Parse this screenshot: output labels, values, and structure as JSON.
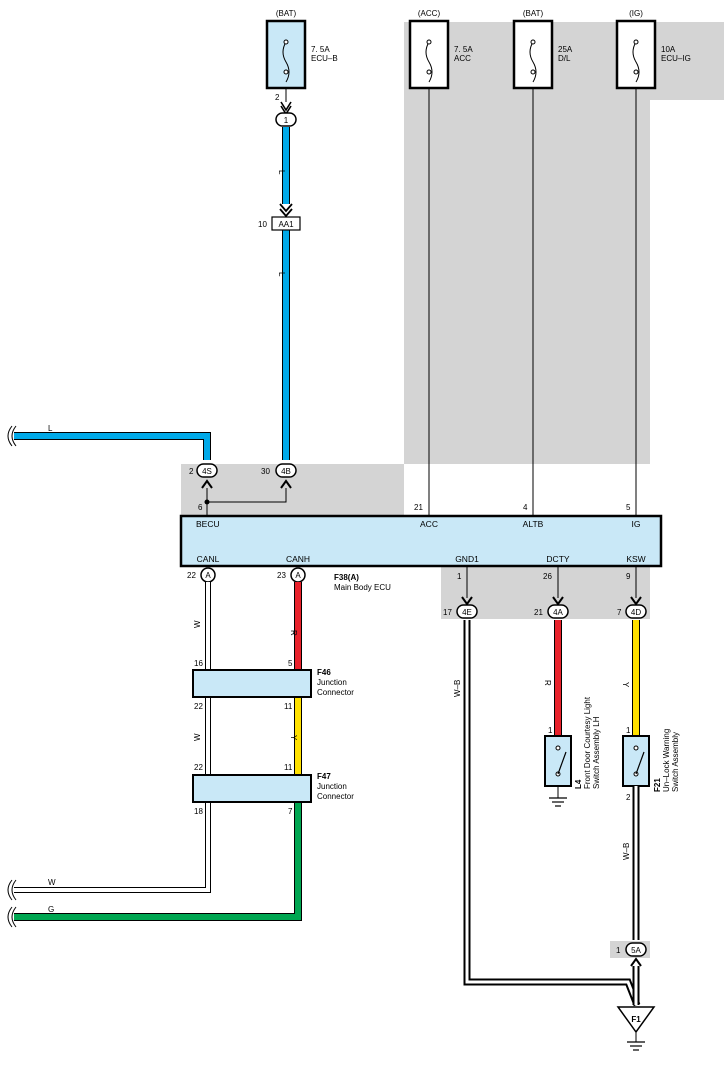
{
  "colors": {
    "blue": "#00a9e8",
    "red": "#e8212b",
    "yellow": "#ffe100",
    "green": "#00a651",
    "ecu_fill": "#c9e8f7",
    "shade": "#d4d4d4"
  },
  "fuses": {
    "ecu_b": {
      "source": "(BAT)",
      "amp": "7. 5A",
      "name": "ECU–B"
    },
    "acc": {
      "source": "(ACC)",
      "amp": "7. 5A",
      "name": "ACC"
    },
    "dl": {
      "source": "(BAT)",
      "amp": "25A",
      "name": "D/L"
    },
    "ecu_ig": {
      "source": "(IG)",
      "amp": "10A",
      "name": "ECU–IG"
    }
  },
  "connectors": {
    "c1": {
      "code": "1",
      "pin": "2"
    },
    "aa1": {
      "code": "AA1",
      "pin": "10"
    },
    "c4s": {
      "code": "4S",
      "pin": "2"
    },
    "c4b": {
      "code": "4B",
      "pin": "30"
    },
    "c4e": {
      "code": "4E",
      "pin": "17"
    },
    "c4a": {
      "code": "4A",
      "pin": "21"
    },
    "c4d": {
      "code": "4D",
      "pin": "7"
    },
    "ca_l": {
      "code": "A",
      "pin": "22"
    },
    "ca_h": {
      "code": "A",
      "pin": "23"
    },
    "c5a": {
      "code": "5A",
      "pin": "1"
    }
  },
  "ecu": {
    "id": "F38(A)",
    "name": "Main Body ECU",
    "top_pins": {
      "becu": {
        "label": "BECU",
        "pin": "6"
      },
      "acc": {
        "label": "ACC",
        "pin": "21"
      },
      "altb": {
        "label": "ALTB",
        "pin": "4"
      },
      "ig": {
        "label": "IG",
        "pin": "5"
      }
    },
    "bottom_pins": {
      "canl": {
        "label": "CANL"
      },
      "canh": {
        "label": "CANH"
      },
      "gnd1": {
        "label": "GND1",
        "pin": "1"
      },
      "dcty": {
        "label": "DCTY",
        "pin": "26"
      },
      "ksw": {
        "label": "KSW",
        "pin": "9"
      }
    }
  },
  "wires": {
    "l_a": "L",
    "l_b": "L",
    "l_left": "L",
    "w_a": "W",
    "w_b": "W",
    "w_left": "W",
    "r_a": "R",
    "y_a": "Y",
    "g_left": "G",
    "wb_a": "W–B",
    "r_b": "R",
    "y_b": "Y",
    "wb_b": "W–B"
  },
  "junctions": {
    "f46": {
      "id": "F46",
      "line1": "Junction",
      "line2": "Connector",
      "pin_tl": "16",
      "pin_tr": "5",
      "pin_bl": "22",
      "pin_br": "11"
    },
    "f47": {
      "id": "F47",
      "line1": "Junction",
      "line2": "Connector",
      "pin_tl": "22",
      "pin_tr": "11",
      "pin_bl": "18",
      "pin_br": "7"
    }
  },
  "switches": {
    "l4": {
      "id": "L4",
      "line1": "Front Door Courtesy Light",
      "line2": "Switch Assembly LH",
      "pin_top": "1"
    },
    "f21": {
      "id": "F21",
      "line1": "Un–Lock Warning",
      "line2": "Switch Assembly",
      "pin_top": "1",
      "pin_bottom": "2"
    }
  },
  "ground": {
    "id": "F1"
  }
}
